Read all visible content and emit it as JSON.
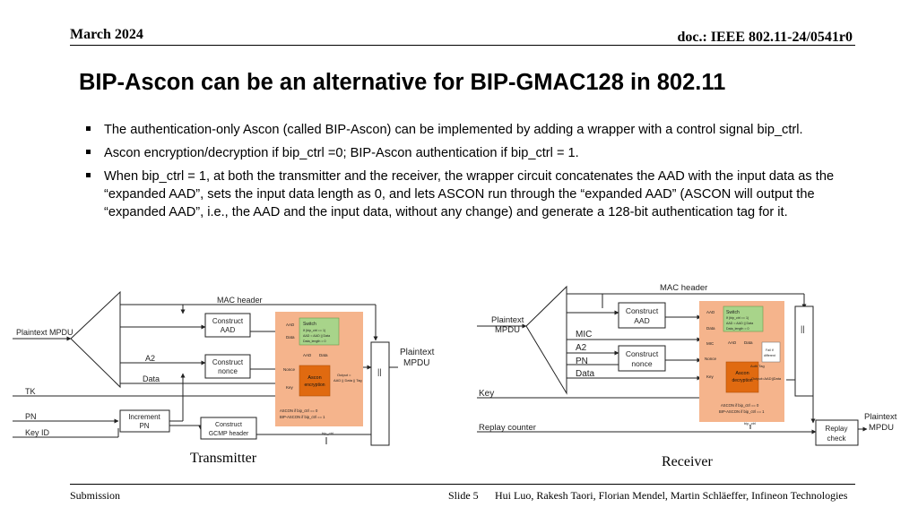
{
  "header": {
    "date": "March 2024",
    "doc": "doc.: IEEE 802.11-24/0541r0"
  },
  "title": "BIP-Ascon can be an alternative for BIP-GMAC128 in 802.11",
  "bullets": [
    "The authentication-only Ascon (called BIP-Ascon) can be implemented by adding a wrapper with a control signal bip_ctrl.",
    "Ascon encryption/decryption if bip_ctrl =0; BIP-Ascon authentication if bip_ctrl = 1.",
    "When bip_ctrl = 1, at both the transmitter and the receiver, the wrapper circuit concatenates the AAD with the input data as the “expanded AAD”, sets the input data length as 0, and lets ASCON run through the “expanded AAD” (ASCON will output the “expanded AAD”, i.e., the AAD and the input data, without any change) and generate a 128-bit authentication tag for it."
  ],
  "transmitter": {
    "caption": "Transmitter",
    "mac_header": "MAC header",
    "plaintext_mpdu": "Plaintext MPDU",
    "a2": "A2",
    "data": "Data",
    "tk": "TK",
    "pn": "PN",
    "key_id": "Key ID",
    "construct_aad": [
      "Construct",
      "AAD"
    ],
    "construct_nonce": [
      "Construct",
      "nonce"
    ],
    "increment_pn": [
      "Increment",
      "PN"
    ],
    "construct_gcmp": [
      "Construct",
      "GCMP header"
    ],
    "switch": [
      "Switch",
      "If (bip_ctrl == 1)",
      "AAD = AAD || Data",
      "Data_length = 0"
    ],
    "aad_in": "AAD",
    "data_in": "Data",
    "aad_out": "AAD",
    "data_out": "Data",
    "nonce": "Nonce",
    "key": "Key",
    "ascon": [
      "Ascon",
      "encryption"
    ],
    "output": [
      "Output =",
      "AAD || Data || Tag"
    ],
    "cond": [
      "ASCON if bip_ctrl == 0",
      "BIP-ASCON if bip_ctrl == 1"
    ],
    "bip_ctrl": "bip_ctrl",
    "concat": "||",
    "out_label": [
      "Plaintext",
      "MPDU"
    ]
  },
  "receiver": {
    "caption": "Receiver",
    "mac_header": "MAC header",
    "plaintext_mpdu": [
      "Plaintext",
      "MPDU"
    ],
    "mic": "MIC",
    "a2": "A2",
    "pn": "PN",
    "data": "Data",
    "key": "Key",
    "replay_counter": "Replay counter",
    "construct_aad": [
      "Construct",
      "AAD"
    ],
    "construct_nonce": [
      "Construct",
      "nonce"
    ],
    "switch": [
      "Switch",
      "If (bip_ctrl == 1)",
      "AAD = AAD || Data",
      "Data_length = 0"
    ],
    "aad_in": "AAD",
    "data_in": "Data",
    "mic_in": "MIC",
    "aad_out": "AAD",
    "data_out": "Data",
    "nonce": "Nonce",
    "key_in": "Key",
    "ascon": [
      "Ascon",
      "decryption"
    ],
    "auth_tag": "Auth Tag",
    "fail": [
      "Fail if",
      "different"
    ],
    "output": "Output=AAD||Data",
    "cond": [
      "ASCON if bip_ctrl == 0",
      "BIP-ASCON if bip_ctrl == 1"
    ],
    "bip_ctrl": "bip_ctrl",
    "concat": "||",
    "replay_check": [
      "Replay",
      "check"
    ],
    "out_label": [
      "Plaintext",
      "MPDU"
    ]
  },
  "footer": {
    "submission": "Submission",
    "slide": "Slide 5",
    "authors": "Hui Luo, Rakesh Taori, Florian Mendel, Martin Schläeffer, Infineon Technologies"
  }
}
